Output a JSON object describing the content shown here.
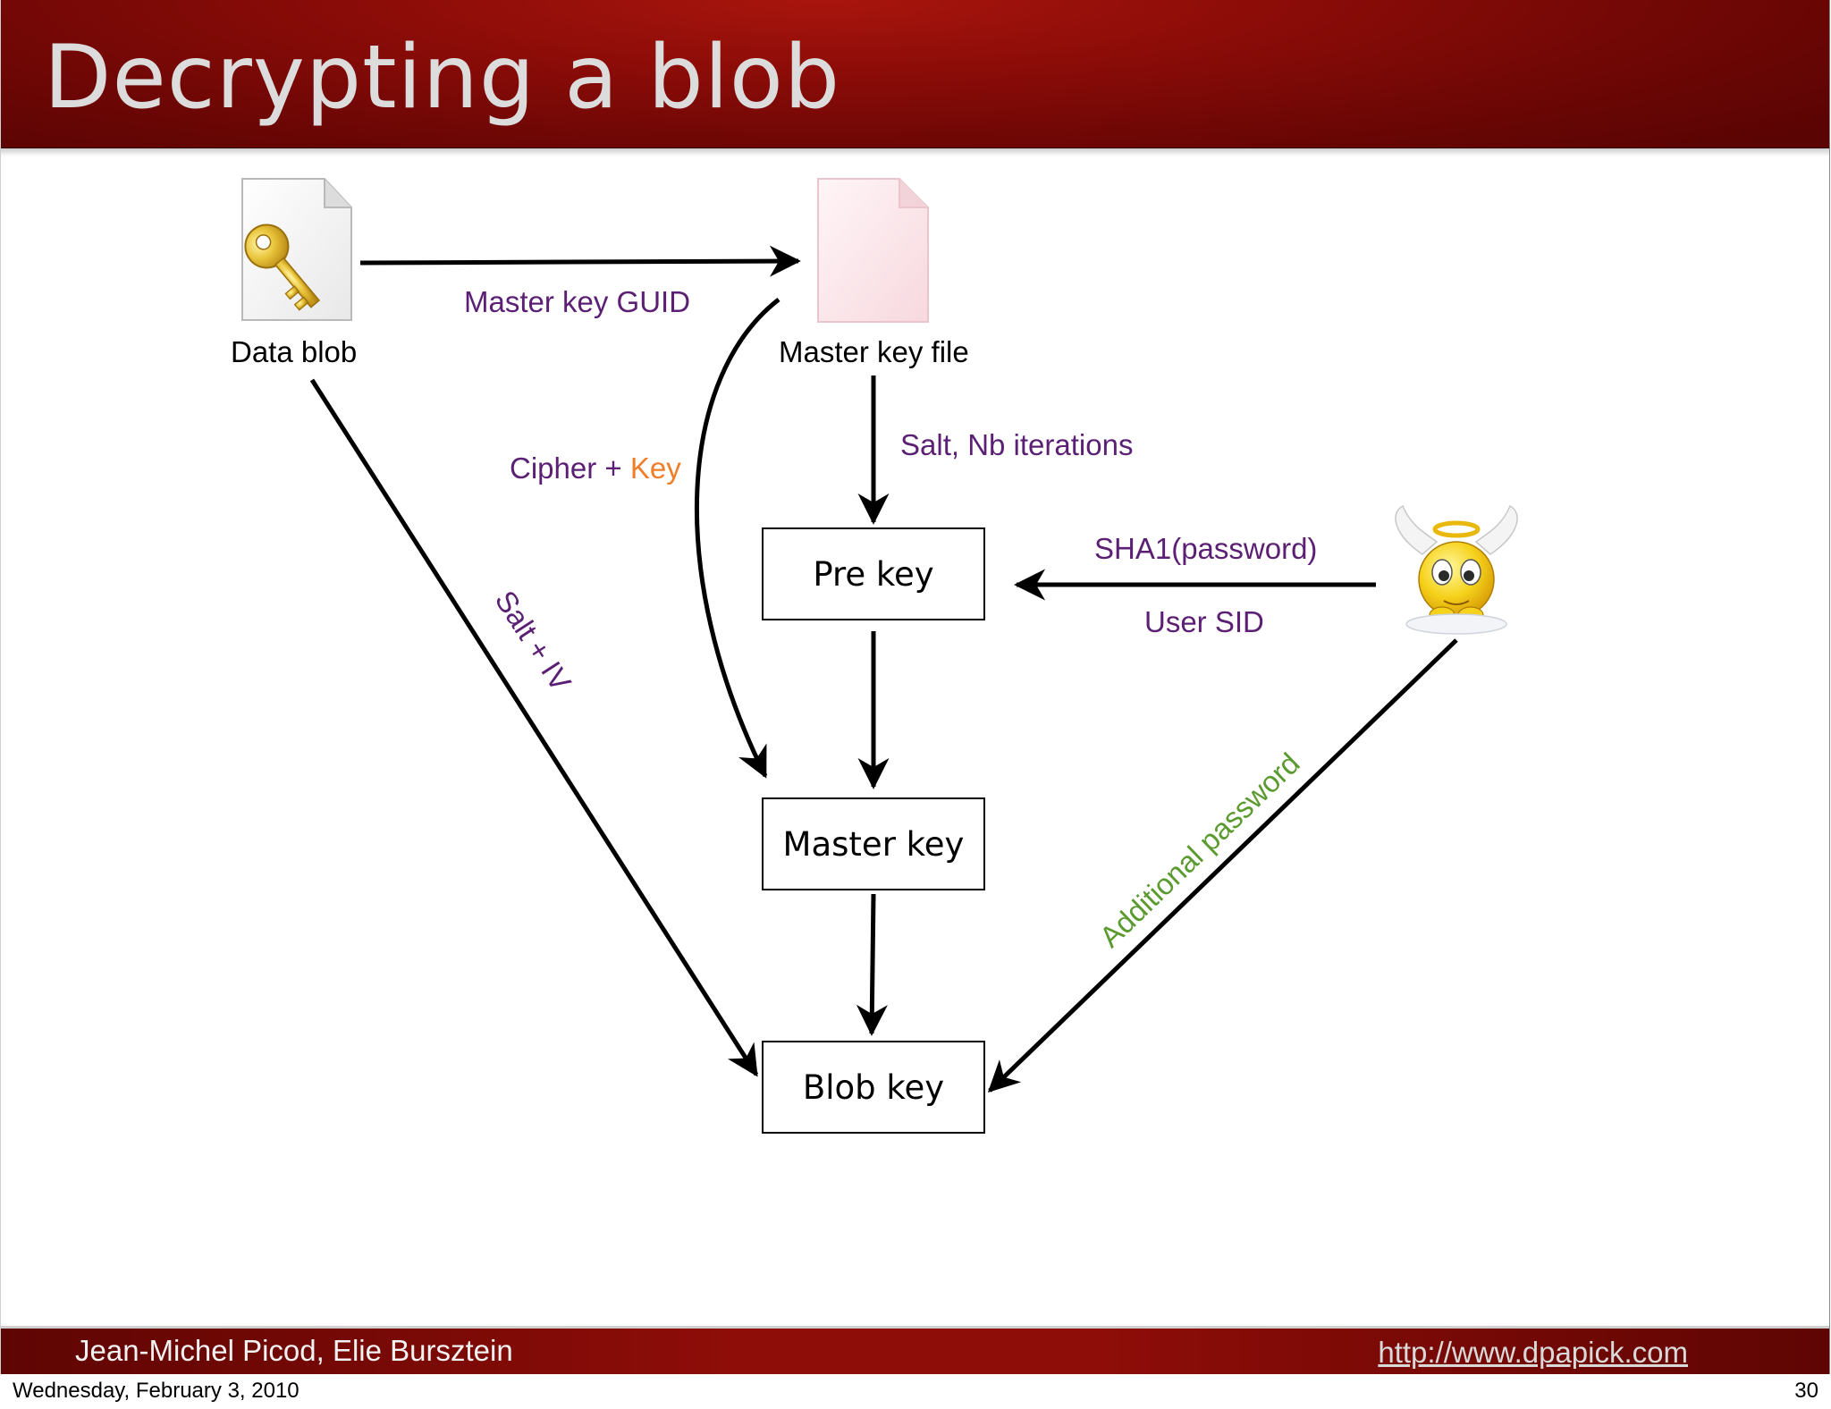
{
  "slide": {
    "title": "Decrypting a blob"
  },
  "diagram": {
    "nodes": {
      "data_blob": "Data blob",
      "master_key_file": "Master key file",
      "pre_key": "Pre key",
      "master_key": "Master key",
      "blob_key": "Blob key"
    },
    "edge_labels": {
      "master_key_guid": "Master key GUID",
      "cipher": "Cipher + ",
      "key": "Key",
      "salt_nb_iterations": "Salt, Nb iterations",
      "sha1_password": "SHA1(password)",
      "user_sid": "User SID",
      "salt_iv": "Salt + IV",
      "additional_password": "Additional password"
    },
    "icons": {
      "data_blob": "document-key-icon",
      "master_key_file": "pink-document-icon",
      "user": "angel-smiley-icon"
    },
    "colors": {
      "edge_label": "#5b1f74",
      "key_highlight": "#f07d2a",
      "additional_password": "#5a9a2f",
      "title_bar": "#8c0c08"
    }
  },
  "footer": {
    "authors": "Jean-Michel Picod, Elie Bursztein",
    "url": "http://www.dpapick.com",
    "date": "Wednesday, February 3, 2010",
    "page_number": "30"
  }
}
